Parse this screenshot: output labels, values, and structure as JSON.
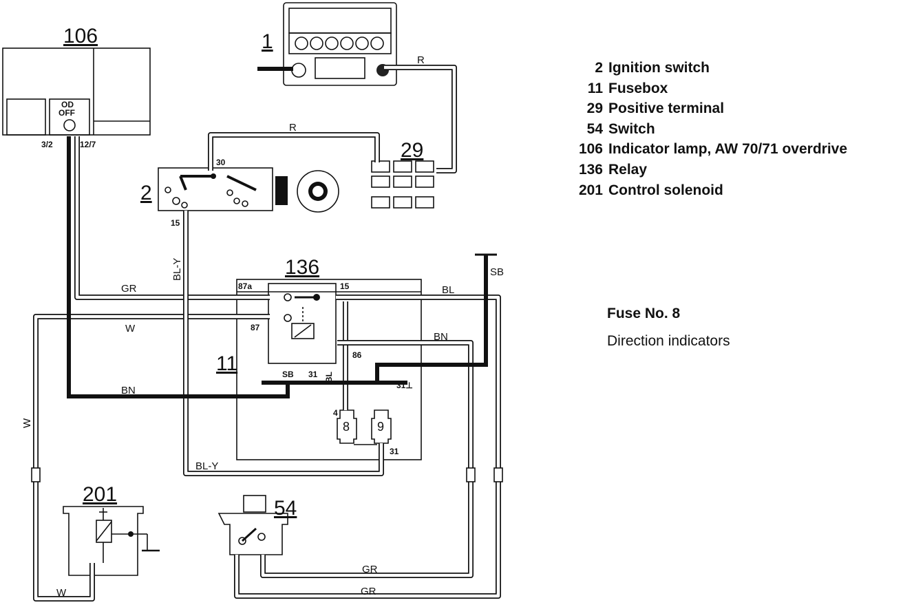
{
  "components": [
    {
      "id": "1",
      "label": "1"
    },
    {
      "id": "2",
      "label": "2"
    },
    {
      "id": "11",
      "label": "11"
    },
    {
      "id": "29",
      "label": "29"
    },
    {
      "id": "54",
      "label": "54"
    },
    {
      "id": "106",
      "label": "106"
    },
    {
      "id": "136",
      "label": "136"
    },
    {
      "id": "201",
      "label": "201"
    }
  ],
  "legend": [
    {
      "num": "2",
      "text": "Ignition switch"
    },
    {
      "num": "11",
      "text": "Fusebox"
    },
    {
      "num": "29",
      "text": "Positive terminal"
    },
    {
      "num": "54",
      "text": "Switch"
    },
    {
      "num": "106",
      "text": "Indicator lamp, AW 70/71 overdrive"
    },
    {
      "num": "136",
      "text": "Relay"
    },
    {
      "num": "201",
      "text": "Control solenoid"
    }
  ],
  "fuse": {
    "title": "Fuse No. 8",
    "description": "Direction indicators"
  },
  "wire_labels": {
    "r_top": "R",
    "r_mid": "R",
    "gr_top": "GR",
    "w_mid": "W",
    "bn_mid": "BN",
    "bl_y_vert": "BL-Y",
    "bl_right": "BL",
    "sb_right": "SB",
    "bn_right": "BN",
    "w_left": "W",
    "w_bottom": "W",
    "bl_y_bottom": "BL-Y",
    "gr_bottom1": "GR",
    "gr_bottom2": "GR"
  },
  "pin_labels": {
    "p_3_2": "3/2",
    "p_12_7": "12/7",
    "p_30": "30",
    "p_15_ign": "15",
    "p_87a": "87a",
    "p_15_relay": "15",
    "p_87": "87",
    "p_86": "86",
    "p_sb": "SB",
    "p_31a": "31",
    "p_bl": "BL",
    "p_31_ground": "31⊥",
    "p_4": "4",
    "p_31b": "31",
    "fuse_8": "8",
    "fuse_9": "9",
    "od": "OD",
    "off": "OFF"
  }
}
